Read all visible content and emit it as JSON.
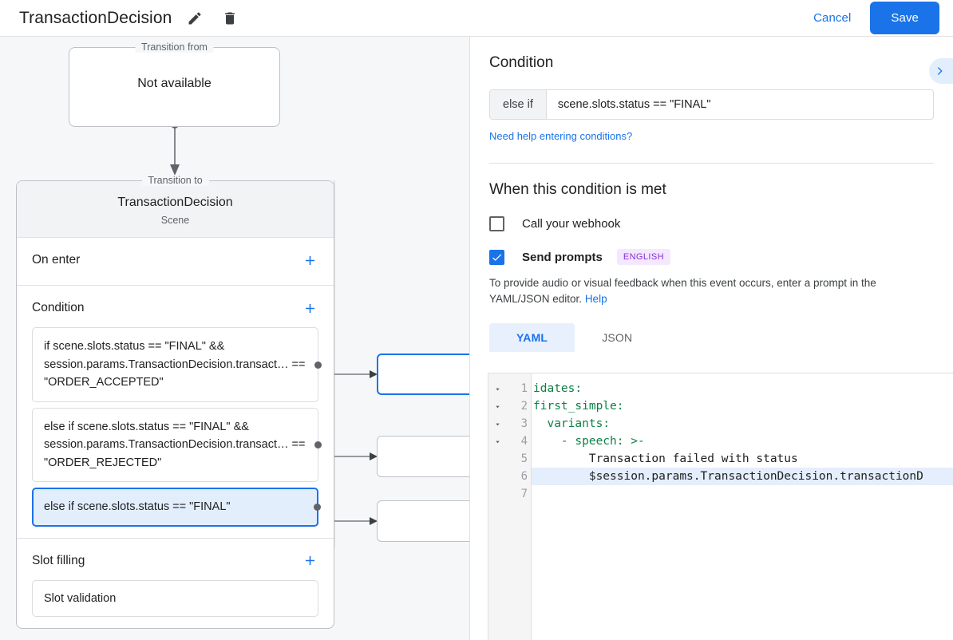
{
  "topbar": {
    "title": "TransactionDecision",
    "edit_icon": "pencil-icon",
    "delete_icon": "trash-icon",
    "cancel_label": "Cancel",
    "save_label": "Save",
    "accent_color": "#1a73e8"
  },
  "canvas": {
    "transition_from": {
      "legend": "Transition from",
      "value": "Not available"
    },
    "scene": {
      "legend": "Transition to",
      "name": "TransactionDecision",
      "subtitle": "Scene"
    },
    "sections": [
      {
        "title": "On enter",
        "add_icon": "plus-icon"
      },
      {
        "title": "Condition",
        "add_icon": "plus-icon"
      },
      {
        "title": "Slot filling",
        "add_icon": "plus-icon"
      }
    ],
    "conditions": [
      {
        "text": "if scene.slots.status == \"FINAL\" && session.params.TransactionDecision.transact… == \"ORDER_ACCEPTED\"",
        "selected": false
      },
      {
        "text": "else if scene.slots.status == \"FINAL\" && session.params.TransactionDecision.transact… == \"ORDER_REJECTED\"",
        "selected": false
      },
      {
        "text": "else if scene.slots.status == \"FINAL\"",
        "selected": true
      }
    ],
    "slot_filling": [
      {
        "text": "Slot validation"
      }
    ],
    "transition_targets": [
      {
        "label": "",
        "active": true
      },
      {
        "label": "",
        "active": false
      },
      {
        "label": "",
        "active": false
      }
    ]
  },
  "right_panel": {
    "title": "Condition",
    "expand_icon": "chevron-right-icon",
    "condition": {
      "prefix": "else if",
      "value": "scene.slots.status == \"FINAL\"",
      "help_link": "Need help entering conditions?"
    },
    "when_met": {
      "heading": "When this condition is met",
      "webhook": {
        "label": "Call your webhook",
        "checked": false
      },
      "prompts": {
        "label": "Send prompts",
        "checked": true,
        "badge": "ENGLISH"
      },
      "description": "To provide audio or visual feedback when this event occurs, enter a prompt in the YAML/JSON editor.",
      "description_link": "Help"
    },
    "editor_tabs": [
      {
        "label": "YAML",
        "active": true
      },
      {
        "label": "JSON",
        "active": false
      }
    ],
    "code": {
      "language": "yaml",
      "lines": [
        {
          "number": "1",
          "foldable": true,
          "highlight": false,
          "key": "idates",
          "rest": ":",
          "indent": ""
        },
        {
          "number": "2",
          "foldable": true,
          "highlight": false,
          "key": "first_simple",
          "rest": ":",
          "indent": ""
        },
        {
          "number": "3",
          "foldable": true,
          "highlight": false,
          "key": "variants",
          "rest": ":",
          "indent": "  "
        },
        {
          "number": "4",
          "foldable": true,
          "highlight": false,
          "key": "- speech",
          "rest": ": >-",
          "indent": "    "
        },
        {
          "number": "5",
          "foldable": false,
          "highlight": false,
          "key": "",
          "rest": "Transaction failed with status",
          "indent": "        "
        },
        {
          "number": "6",
          "foldable": false,
          "highlight": true,
          "key": "",
          "rest": "$session.params.TransactionDecision.transactionD",
          "indent": "        "
        },
        {
          "number": "7",
          "foldable": false,
          "highlight": false,
          "key": "",
          "rest": "",
          "indent": ""
        }
      ]
    }
  }
}
